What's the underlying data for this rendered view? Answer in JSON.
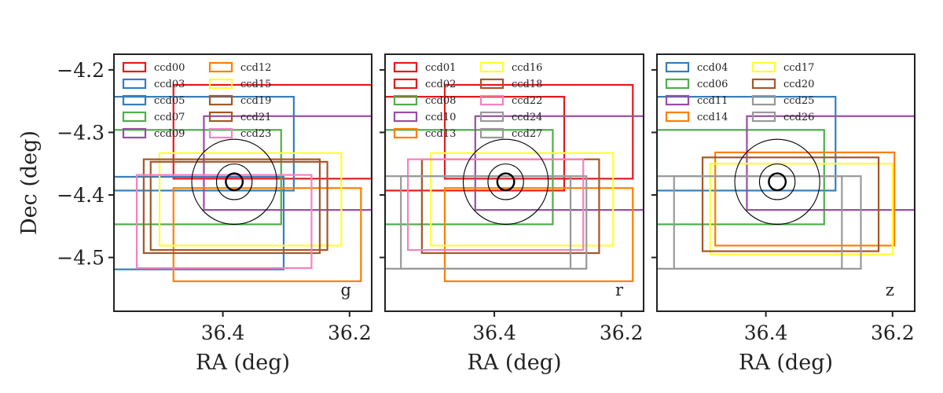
{
  "chart_data": [
    {
      "type": "rectangles",
      "band": "g",
      "xlabel": "RA (deg)",
      "ylabel": "Dec (deg)",
      "x_reversed": true,
      "xlim": [
        36.572,
        36.165
      ],
      "ylim": [
        -4.586,
        -4.175
      ],
      "xticks": [
        {
          "value": 36.4,
          "label": "36.4"
        },
        {
          "value": 36.2,
          "label": "36.2"
        }
      ],
      "yticks": [
        {
          "value": -4.2,
          "label": "−4.2"
        },
        {
          "value": -4.3,
          "label": "−4.3"
        },
        {
          "value": -4.4,
          "label": "−4.4"
        },
        {
          "value": -4.5,
          "label": "−4.5"
        }
      ],
      "legend": {
        "location": "upper-left",
        "columns": 2
      },
      "target_circles": {
        "center": [
          36.382,
          -4.379
        ],
        "radii": [
          0.0135,
          0.0285,
          0.068
        ]
      },
      "series": [
        {
          "name": "ccd00",
          "color": "#e41a1c",
          "ra": [
            36.478,
            36.165
          ],
          "dec": [
            -4.374,
            -4.224
          ]
        },
        {
          "name": "ccd03",
          "color": "#377eb8",
          "ra": [
            36.572,
            36.288
          ],
          "dec": [
            -4.393,
            -4.243
          ]
        },
        {
          "name": "ccd05",
          "color": "#377eb8",
          "ra": [
            36.572,
            36.304
          ],
          "dec": [
            -4.519,
            -4.371
          ]
        },
        {
          "name": "ccd07",
          "color": "#4daf4a",
          "ra": [
            36.572,
            36.308
          ],
          "dec": [
            -4.447,
            -4.296
          ]
        },
        {
          "name": "ccd09",
          "color": "#984ea3",
          "ra": [
            36.43,
            36.165
          ],
          "dec": [
            -4.424,
            -4.274
          ]
        },
        {
          "name": "ccd12",
          "color": "#ff7f00",
          "ra": [
            36.478,
            36.182
          ],
          "dec": [
            -4.538,
            -4.389
          ]
        },
        {
          "name": "ccd15",
          "color": "#ffff33",
          "ra": [
            36.5,
            36.213
          ],
          "dec": [
            -4.481,
            -4.333
          ]
        },
        {
          "name": "ccd19",
          "color": "#a65628",
          "ra": [
            36.525,
            36.247
          ],
          "dec": [
            -4.493,
            -4.343
          ]
        },
        {
          "name": "ccd21",
          "color": "#a65628",
          "ra": [
            36.514,
            36.235
          ],
          "dec": [
            -4.488,
            -4.347
          ]
        },
        {
          "name": "ccd23",
          "color": "#f781bf",
          "ra": [
            36.536,
            36.26
          ],
          "dec": [
            -4.517,
            -4.368
          ]
        }
      ]
    },
    {
      "type": "rectangles",
      "band": "r",
      "xlabel": "RA (deg)",
      "ylabel": "",
      "x_reversed": true,
      "xlim": [
        36.572,
        36.165
      ],
      "ylim": [
        -4.586,
        -4.175
      ],
      "xticks": [
        {
          "value": 36.4,
          "label": "36.4"
        },
        {
          "value": 36.2,
          "label": "36.2"
        }
      ],
      "yticks": [
        {
          "value": -4.2,
          "label": ""
        },
        {
          "value": -4.3,
          "label": ""
        },
        {
          "value": -4.4,
          "label": ""
        },
        {
          "value": -4.5,
          "label": ""
        }
      ],
      "legend": {
        "location": "upper-left",
        "columns": 2
      },
      "target_circles": {
        "center": [
          36.382,
          -4.379
        ],
        "radii": [
          0.0135,
          0.0285,
          0.068
        ]
      },
      "series": [
        {
          "name": "ccd01",
          "color": "#e41a1c",
          "ra": [
            36.478,
            36.182
          ],
          "dec": [
            -4.374,
            -4.224
          ]
        },
        {
          "name": "ccd02",
          "color": "#e41a1c",
          "ra": [
            36.572,
            36.29
          ],
          "dec": [
            -4.393,
            -4.243
          ]
        },
        {
          "name": "ccd08",
          "color": "#4daf4a",
          "ra": [
            36.572,
            36.308
          ],
          "dec": [
            -4.447,
            -4.296
          ]
        },
        {
          "name": "ccd10",
          "color": "#984ea3",
          "ra": [
            36.43,
            36.165
          ],
          "dec": [
            -4.424,
            -4.274
          ]
        },
        {
          "name": "ccd13",
          "color": "#ff7f00",
          "ra": [
            36.478,
            36.182
          ],
          "dec": [
            -4.538,
            -4.389
          ]
        },
        {
          "name": "ccd16",
          "color": "#ffff33",
          "ra": [
            36.5,
            36.213
          ],
          "dec": [
            -4.481,
            -4.333
          ]
        },
        {
          "name": "ccd18",
          "color": "#a65628",
          "ra": [
            36.514,
            36.235
          ],
          "dec": [
            -4.493,
            -4.343
          ]
        },
        {
          "name": "ccd22",
          "color": "#f781bf",
          "ra": [
            36.536,
            36.26
          ],
          "dec": [
            -4.488,
            -4.343
          ]
        },
        {
          "name": "ccd24",
          "color": "#999999",
          "ra": [
            36.572,
            36.28
          ],
          "dec": [
            -4.518,
            -4.37
          ]
        },
        {
          "name": "ccd27",
          "color": "#999999",
          "ra": [
            36.547,
            36.255
          ],
          "dec": [
            -4.518,
            -4.37
          ]
        }
      ]
    },
    {
      "type": "rectangles",
      "band": "z",
      "xlabel": "RA (deg)",
      "ylabel": "",
      "x_reversed": true,
      "xlim": [
        36.572,
        36.165
      ],
      "ylim": [
        -4.586,
        -4.175
      ],
      "xticks": [
        {
          "value": 36.4,
          "label": "36.4"
        },
        {
          "value": 36.2,
          "label": "36.2"
        }
      ],
      "yticks": [
        {
          "value": -4.2,
          "label": ""
        },
        {
          "value": -4.3,
          "label": ""
        },
        {
          "value": -4.4,
          "label": ""
        },
        {
          "value": -4.5,
          "label": ""
        }
      ],
      "legend": {
        "location": "upper-left",
        "columns": 2
      },
      "target_circles": {
        "center": [
          36.382,
          -4.379
        ],
        "radii": [
          0.0135,
          0.0285,
          0.068
        ]
      },
      "series": [
        {
          "name": "ccd04",
          "color": "#377eb8",
          "ra": [
            36.572,
            36.29
          ],
          "dec": [
            -4.393,
            -4.243
          ]
        },
        {
          "name": "ccd06",
          "color": "#4daf4a",
          "ra": [
            36.572,
            36.308
          ],
          "dec": [
            -4.447,
            -4.296
          ]
        },
        {
          "name": "ccd11",
          "color": "#984ea3",
          "ra": [
            36.43,
            36.165
          ],
          "dec": [
            -4.424,
            -4.274
          ]
        },
        {
          "name": "ccd14",
          "color": "#ff7f00",
          "ra": [
            36.48,
            36.197
          ],
          "dec": [
            -4.481,
            -4.332
          ]
        },
        {
          "name": "ccd17",
          "color": "#ffff33",
          "ra": [
            36.488,
            36.2
          ],
          "dec": [
            -4.495,
            -4.35
          ]
        },
        {
          "name": "ccd20",
          "color": "#a65628",
          "ra": [
            36.5,
            36.222
          ],
          "dec": [
            -4.49,
            -4.34
          ]
        },
        {
          "name": "ccd25",
          "color": "#999999",
          "ra": [
            36.572,
            36.28
          ],
          "dec": [
            -4.518,
            -4.37
          ]
        },
        {
          "name": "ccd26",
          "color": "#999999",
          "ra": [
            36.545,
            36.25
          ],
          "dec": [
            -4.518,
            -4.37
          ]
        }
      ]
    }
  ]
}
